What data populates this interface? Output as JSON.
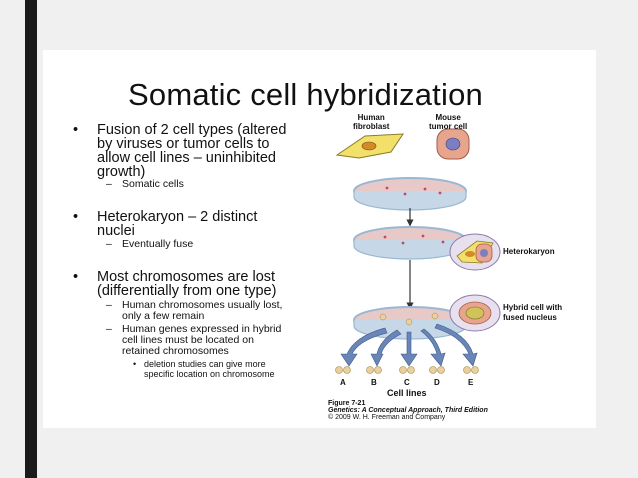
{
  "slide": {
    "title": "Somatic cell hybridization",
    "bullets": [
      {
        "lines": [
          "Fusion of 2 cell types (altered",
          "by viruses or tumor cells to",
          "allow cell lines – uninhibited",
          "growth)"
        ],
        "subs": [
          {
            "text": [
              "Somatic cells"
            ]
          }
        ]
      },
      {
        "lines": [
          "Heterokaryon – 2 distinct",
          "nuclei"
        ],
        "subs": [
          {
            "text": [
              "Eventually fuse"
            ]
          }
        ]
      },
      {
        "lines": [
          "Most chromosomes are lost",
          "(differentially from one type)"
        ],
        "subs": [
          {
            "text": [
              "Human chromosomes usually lost,",
              "only a few remain"
            ]
          },
          {
            "text": [
              "Human genes expressed in hybrid",
              "cell lines must be located on",
              "retained chromosomes"
            ]
          }
        ],
        "subsubs": [
          [
            "deletion studies can give more",
            "specific location on chromosome"
          ]
        ]
      }
    ]
  },
  "figure": {
    "human_label": [
      "Human",
      "fibroblast"
    ],
    "mouse_label": [
      "Mouse",
      "tumor cell"
    ],
    "heterokaryon_label": "Heterokaryon",
    "hybrid_label": [
      "Hybrid cell with",
      "fused nucleus"
    ],
    "cell_line_letters": [
      "A",
      "B",
      "C",
      "D",
      "E"
    ],
    "cell_lines_label": "Cell lines",
    "caption": {
      "fig_number": "Figure 7-21",
      "book": "Genetics: A Conceptual Approach, Third Edition",
      "copyright": "© 2009 W. H. Freeman and Company"
    }
  },
  "colors": {
    "fibroblast_fill": "#f2e06a",
    "mouse_cell_fill": "#e8a58e",
    "dish_fill": "#e7c9c7",
    "dish_rim": "#9ab7d4",
    "arrow_blue": "#6a86b8",
    "colony_fill": "#ead09e"
  }
}
